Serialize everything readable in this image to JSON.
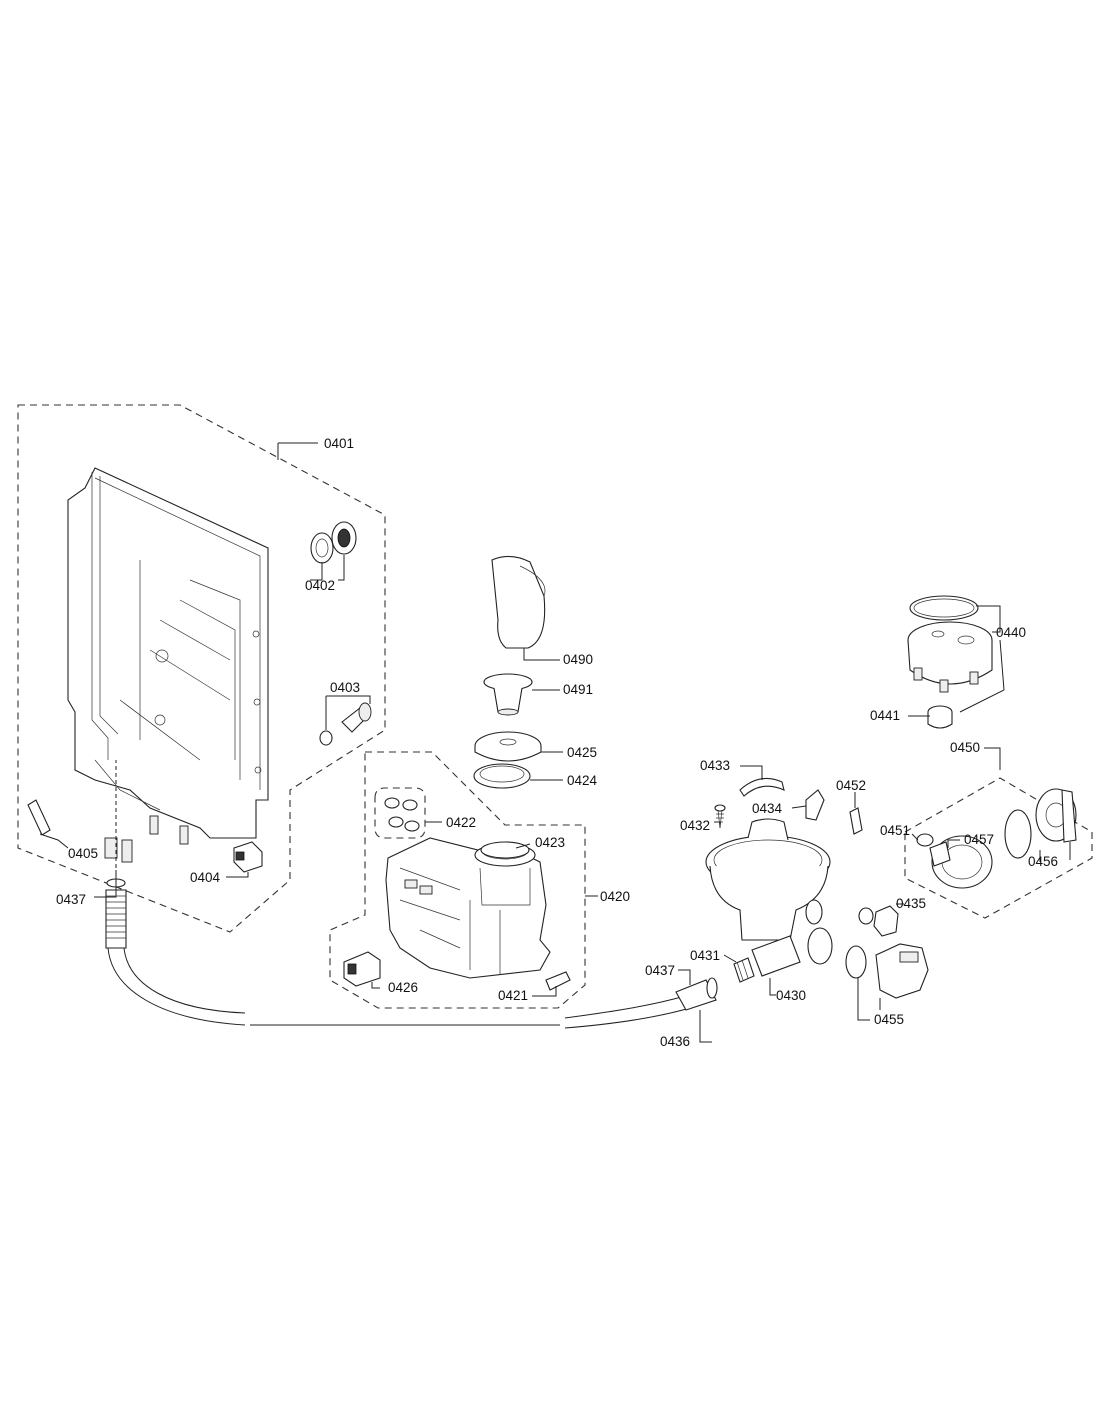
{
  "labels": {
    "l0401": "0401",
    "l0402": "0402",
    "l0403": "0403",
    "l0404": "0404",
    "l0405": "0405",
    "l0437a": "0437",
    "l0490": "0490",
    "l0491": "0491",
    "l0425": "0425",
    "l0424": "0424",
    "l0422": "0422",
    "l0423": "0423",
    "l0420": "0420",
    "l0426": "0426",
    "l0421": "0421",
    "l0433": "0433",
    "l0432": "0432",
    "l0434": "0434",
    "l0452": "0452",
    "l0440": "0440",
    "l0441": "0441",
    "l0450": "0450",
    "l0451": "0451",
    "l0457": "0457",
    "l0456": "0456",
    "l0435": "0435",
    "l0431": "0431",
    "l0437b": "0437",
    "l0430": "0430",
    "l0455": "0455",
    "l0436": "0436"
  }
}
